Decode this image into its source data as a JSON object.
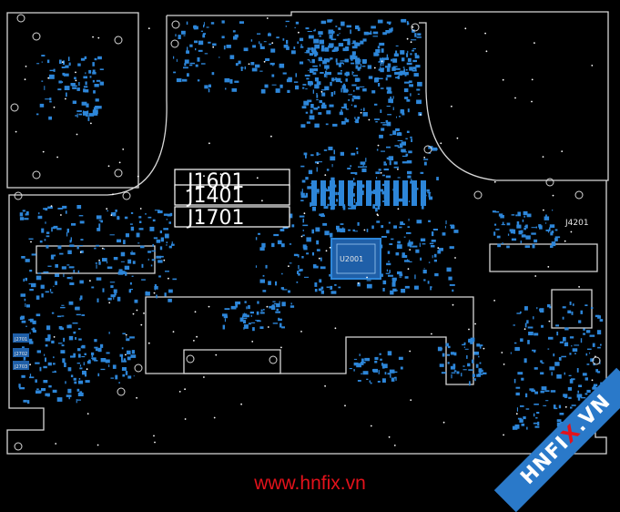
{
  "colors": {
    "background": "#000000",
    "outline": "#d8d8d8",
    "component": "#2d86d9",
    "component_dark": "#1f5fa8",
    "watermark_red": "#e3121b",
    "ribbon_blue": "#2a79c9"
  },
  "connectors": {
    "j1601": "J1601",
    "j1401": "J1401",
    "j1701": "J1701",
    "j4201": "J4201"
  },
  "chips": {
    "u2001": "U2001",
    "u2701": "J2701",
    "u2702": "J2702",
    "u2703": "J2703"
  },
  "watermark": {
    "url": "www.hnfix.vn",
    "ribbon_prefix": "HNFI",
    "ribbon_x": "X",
    "ribbon_suffix": ".VN"
  }
}
